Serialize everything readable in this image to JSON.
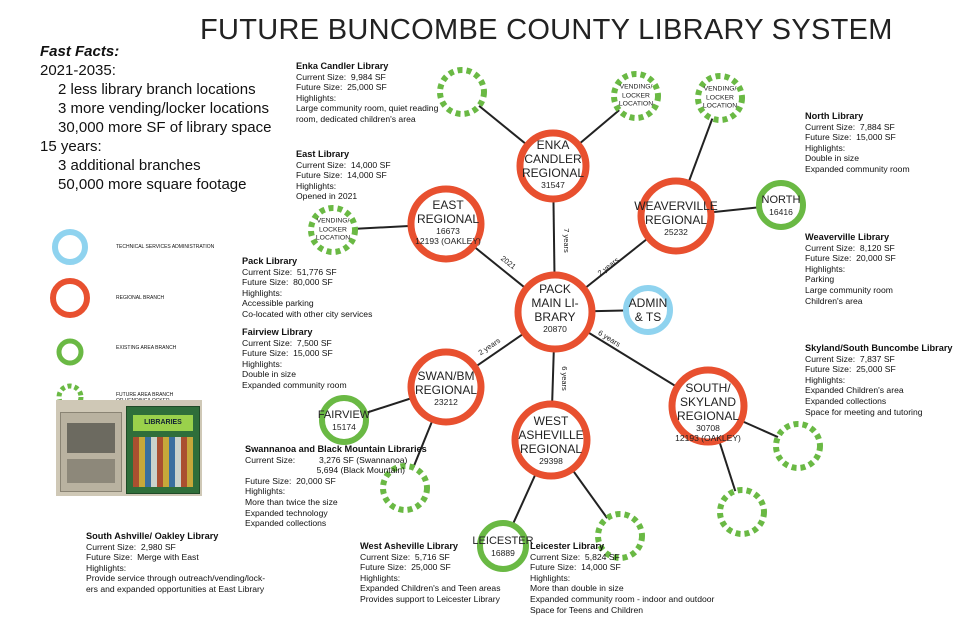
{
  "title": "FUTURE BUNCOMBE COUNTY LIBRARY SYSTEM",
  "fast_facts": {
    "heading": "Fast Facts:",
    "lines": [
      {
        "text": "2021-2035:",
        "indent": false
      },
      {
        "text": "2 less library branch locations",
        "indent": true
      },
      {
        "text": "3 more vending/locker locations",
        "indent": true
      },
      {
        "text": "30,000 more SF of library space",
        "indent": true
      },
      {
        "text": "15 years:",
        "indent": false
      },
      {
        "text": "3 additional branches",
        "indent": true
      },
      {
        "text": "50,000 more square footage",
        "indent": true
      }
    ]
  },
  "legend": {
    "technical": "TECHNICAL SERVICES ADMINISTRATION",
    "regional": "REGIONAL BRANCH",
    "existing": "EXISTING AREA BRANCH",
    "future": "FUTURE AREA BRANCH or VENDING/LOCKER",
    "kiosk_sign": "LIBRARIES"
  },
  "colors": {
    "regional": "#e8502f",
    "existing": "#6ab944",
    "admin": "#8fd3ef",
    "edge": "#222222"
  },
  "nodes": {
    "pack": {
      "l1": "PACK",
      "l2": "MAIN LI-",
      "l3": "BRARY",
      "n": "20870"
    },
    "enka": {
      "l1": "ENKA",
      "l2": "CANDLER",
      "l3": "REGIONAL",
      "n": "31547"
    },
    "weaverville": {
      "l1": "WEAVERVILLE",
      "l2": "REGIONAL",
      "n": "25232"
    },
    "east": {
      "l1": "EAST",
      "l2": "REGIONAL",
      "n1": "16673",
      "n2": "12193 (Oakley)"
    },
    "swan": {
      "l1": "SWAN/BM",
      "l2": "REGIONAL",
      "n": "23212"
    },
    "west": {
      "l1": "WEST",
      "l2": "ASHEVILLE",
      "l3": "REGIONAL",
      "n": "29398"
    },
    "south": {
      "l1": "SOUTH/",
      "l2": "SKYLAND",
      "l3": "REGIONAL",
      "n1": "30708",
      "n2": "12193 (Oakley)"
    },
    "admin": {
      "l1": "ADMIN",
      "l2": "& TS"
    },
    "north": {
      "l1": "NORTH",
      "n": "16416"
    },
    "fairview": {
      "l1": "FAIRVIEW",
      "n": "15174"
    },
    "leicester": {
      "l1": "LEICESTER",
      "n": "16889"
    },
    "vending": {
      "l1": "VENDING/",
      "l2": "LOCKER",
      "l3": "LOCATION"
    }
  },
  "edges": {
    "east": "2021",
    "enka": "7 years",
    "weaverville": "2 years",
    "south": "6 years",
    "west": "6 years",
    "swan": "2 years"
  },
  "info": {
    "enka": {
      "name": "Enka Candler Library",
      "lines": [
        "Current Size:  9,984 SF",
        "Future Size:  25,000 SF",
        "Highlights:",
        "Large community room, quiet reading",
        "room, dedicated children's area"
      ]
    },
    "east": {
      "name": "East Library",
      "lines": [
        "Current Size:  14,000 SF",
        "Future Size:  14,000 SF",
        "Highlights:",
        "Opened in 2021"
      ]
    },
    "pack": {
      "name": "Pack Library",
      "lines": [
        "Current Size:  51,776 SF",
        "Future Size:  80,000 SF",
        "Highlights:",
        "Accessible parking",
        "Co-located with other city services"
      ]
    },
    "fairview": {
      "name": "Fairview Library",
      "lines": [
        "Current Size:  7,500 SF",
        "Future Size:  15,000 SF",
        "Highlights:",
        "Double in size",
        "Expanded community room"
      ]
    },
    "swannanoa": {
      "name": "Swannanoa and Black Mountain Libraries",
      "lines": [
        "Current Size:          3,276 SF (Swannanoa)",
        "                              5,694 (Black Mountain)",
        "Future Size:  20,000 SF",
        "Highlights:",
        "More than twice the size",
        "Expanded technology",
        "Expanded collections"
      ]
    },
    "south_ashville": {
      "name": "South Ashville/ Oakley Library",
      "lines": [
        "Current Size:  2,980 SF",
        "Future Size:  Merge with East",
        "Highlights:",
        "Provide service through outreach/vending/lock-",
        "ers and expanded opportunities at East Library"
      ]
    },
    "west_asheville": {
      "name": "West Asheville Library",
      "lines": [
        "Current Size:  5,716 SF",
        "Future Size:  25,000 SF",
        "Highlights:",
        "Expanded Children's and Teen areas",
        "Provides support to Leicester Library"
      ]
    },
    "leicester": {
      "name": "Leicester Library",
      "lines": [
        "Current Size:  5,824 SF",
        "Future Size:  14,000 SF",
        "Highlights:",
        "More than double in size",
        "Expanded community room - indoor and outdoor",
        "Space for Teens and Children"
      ]
    },
    "north": {
      "name": "North Library",
      "lines": [
        "Current Size:  7,884 SF",
        "Future Size:  15,000 SF",
        "Highlights:",
        "Double in size",
        "Expanded community room"
      ]
    },
    "weaverville": {
      "name": "Weaverville Library",
      "lines": [
        "Current Size:  8,120 SF",
        "Future Size:  20,000 SF",
        "Highlights:",
        "Parking",
        "Large community room",
        "Children's area"
      ]
    },
    "skyland": {
      "name": "Skyland/South Buncombe Library",
      "lines": [
        "Current Size:  7,837 SF",
        "Future Size:  25,000 SF",
        "Highlights:",
        "Expanded Children's area",
        "Expanded collections",
        "Space for meeting and tutoring"
      ]
    }
  }
}
